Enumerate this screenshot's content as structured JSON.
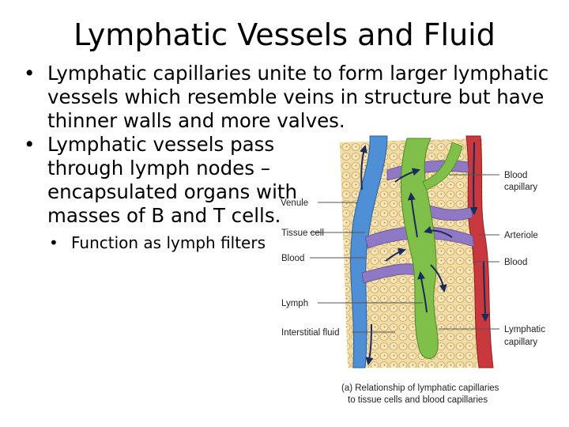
{
  "slide": {
    "title": "Lymphatic Vessels and Fluid",
    "bullets": [
      {
        "marker": "•",
        "text": "Lymphatic capillaries unite to form larger lymphatic vessels which resemble veins in structure but have thinner walls and more valves."
      },
      {
        "marker": "•",
        "text": "Lymphatic vessels pass through lymph nodes – encapsulated organs with masses of B and T cells."
      }
    ],
    "sub_bullets": [
      {
        "marker": "•",
        "text": "Function as lymph filters"
      }
    ]
  },
  "figure": {
    "labels_left": [
      "Venule",
      "Tissue cell",
      "Blood",
      "Lymph",
      "Interstitial fluid"
    ],
    "labels_right": [
      "Blood",
      "capillary",
      "Arteriole",
      "Blood",
      "Lymphatic",
      "capillary"
    ],
    "caption_line1": "(a) Relationship of lymphatic capillaries",
    "caption_line2": "to tissue cells and blood capillaries",
    "colors": {
      "tissue": "#f1dca6",
      "cell_outline": "#c9a45c",
      "vein": "#4f8fd6",
      "artery": "#c8383c",
      "capillary": "#8f78c4",
      "lymphatic": "#7fbf4a",
      "arrow": "#1a2a5a"
    }
  }
}
